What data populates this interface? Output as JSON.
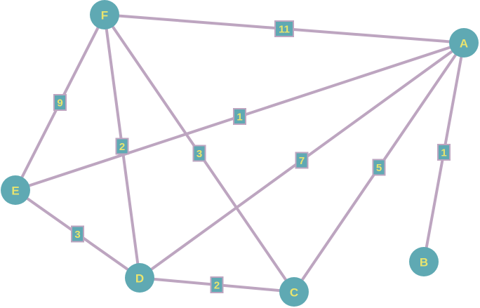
{
  "graph": {
    "nodes": [
      {
        "id": "F",
        "label": "F"
      },
      {
        "id": "A",
        "label": "A"
      },
      {
        "id": "E",
        "label": "E"
      },
      {
        "id": "D",
        "label": "D"
      },
      {
        "id": "C",
        "label": "C"
      },
      {
        "id": "B",
        "label": "B"
      }
    ],
    "edges": [
      {
        "from": "F",
        "to": "A",
        "weight": "11"
      },
      {
        "from": "F",
        "to": "E",
        "weight": "9"
      },
      {
        "from": "F",
        "to": "D",
        "weight": "2"
      },
      {
        "from": "F",
        "to": "C",
        "weight": "3"
      },
      {
        "from": "A",
        "to": "E",
        "weight": "1"
      },
      {
        "from": "A",
        "to": "D",
        "weight": "7"
      },
      {
        "from": "A",
        "to": "C",
        "weight": "5"
      },
      {
        "from": "A",
        "to": "B",
        "weight": "1"
      },
      {
        "from": "E",
        "to": "D",
        "weight": "3"
      },
      {
        "from": "D",
        "to": "C",
        "weight": "2"
      }
    ],
    "colors": {
      "node_fill": "#5fa9b3",
      "edge_stroke": "#bda5c0",
      "label_text": "#e9e46e"
    }
  }
}
